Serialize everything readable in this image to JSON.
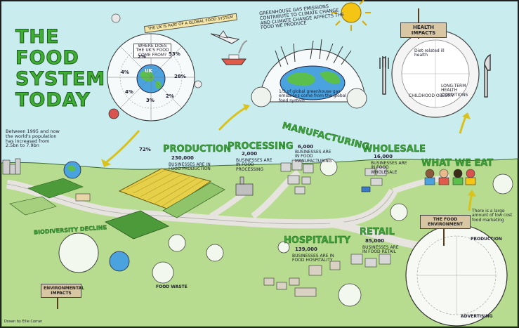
{
  "title": {
    "line1": "THE",
    "line2": "FOOD",
    "line3": "SYSTEM",
    "line4": "TODAY"
  },
  "banner_global": "THE UK IS PART OF A GLOBAL FOOD SYSTEM",
  "global_map_labels": {
    "uk_self": "UK",
    "world_trade": "WHERE DOES THE UK'S FOOD COME FROM?",
    "percent_uk": "53%",
    "percent_eu": "28%",
    "percent_other": "4%",
    "percent_a": "4%",
    "percent_b": "3%",
    "percent_c": "2%",
    "percent_d": "2%"
  },
  "emissions": {
    "headline": "GREENHOUSE GAS EMISSIONS CONTRIBUTE TO CLIMATE CHANGE AND CLIMATE CHANGE AFFECTS THE FOOD WE PRODUCE",
    "share": "1/3 of global greenhouse gas emissions come from the global food system"
  },
  "health": {
    "sign": "HEALTH IMPACTS",
    "plate_note_1": "Diet-related ill health",
    "plate_note_2": "CHILDHOOD OBESITY",
    "plate_note_3": "LONG-TERM HEALTH CONDITIONS"
  },
  "population": "Between 1995 and now the world's population has increased from 2.5bn to 7.9bn",
  "stages": [
    {
      "name": "PRODUCTION",
      "count": "230,000",
      "desc": "BUSINESSES ARE IN FOOD PRODUCTION"
    },
    {
      "name": "PROCESSING",
      "count": "2,000",
      "desc": "BUSINESSES ARE IN FOOD PROCESSING"
    },
    {
      "name": "MANUFACTURING",
      "count": "6,000",
      "desc": "BUSINESSES ARE IN FOOD MANUFACTURING"
    },
    {
      "name": "WHOLESALE",
      "count": "16,000",
      "desc": "BUSINESSES ARE IN FOOD WHOLESALE"
    },
    {
      "name": "WHAT WE EAT",
      "count": "",
      "desc": ""
    }
  ],
  "hospitality": {
    "name": "HOSPITALITY",
    "count": "139,000",
    "desc": "BUSINESSES ARE IN FOOD HOSPITALITY"
  },
  "retail": {
    "name": "RETAIL",
    "count": "85,000",
    "desc": "BUSINESSES ARE IN FOOD RETAIL"
  },
  "production_pct": "72%",
  "biodiversity": "BIODIVERSITY DECLINE",
  "environmental_sign": "ENVIRONMENTAL IMPACTS",
  "food_waste": "FOOD WASTE",
  "food_environment_sign": "THE FOOD ENVIRONMENT",
  "food_environment_note": "There is a large amount of low cost food marketing",
  "advertising": "ADVERTISING",
  "production_tag": "PRODUCTION",
  "credit": "Drawn by Ellie Corran",
  "colors": {
    "sky": "#c9ecef",
    "grass": "#b7dc8f",
    "road": "#e7e4df",
    "title_green": "#3fae35",
    "banner": "#f6e7a6",
    "sun": "#f4c515"
  }
}
